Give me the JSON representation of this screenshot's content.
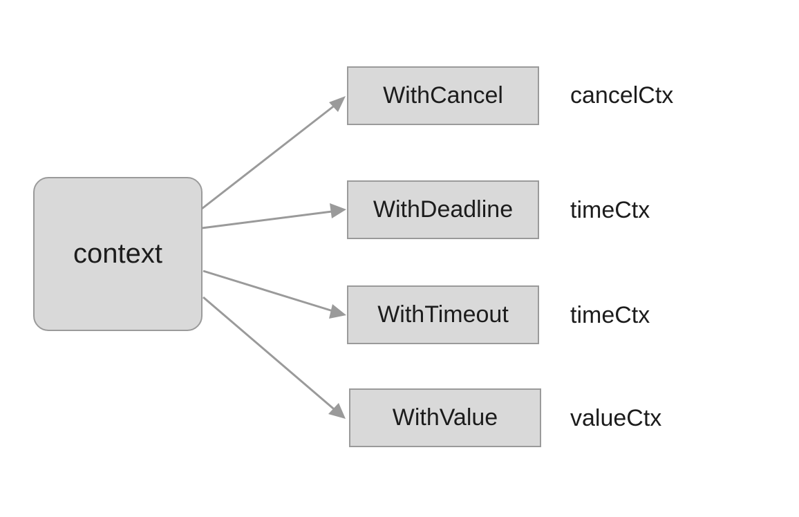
{
  "diagram": {
    "root": {
      "label": "context"
    },
    "children": [
      {
        "label": "WithCancel",
        "type_label": "cancelCtx"
      },
      {
        "label": "WithDeadline",
        "type_label": "timeCtx"
      },
      {
        "label": "WithTimeout",
        "type_label": "timeCtx"
      },
      {
        "label": "WithValue",
        "type_label": "valueCtx"
      }
    ],
    "colors": {
      "node_fill": "#d9d9d9",
      "node_border": "#9a9a9a",
      "arrow": "#9a9a9a",
      "text": "#1c1c1c",
      "background": "#ffffff"
    }
  }
}
